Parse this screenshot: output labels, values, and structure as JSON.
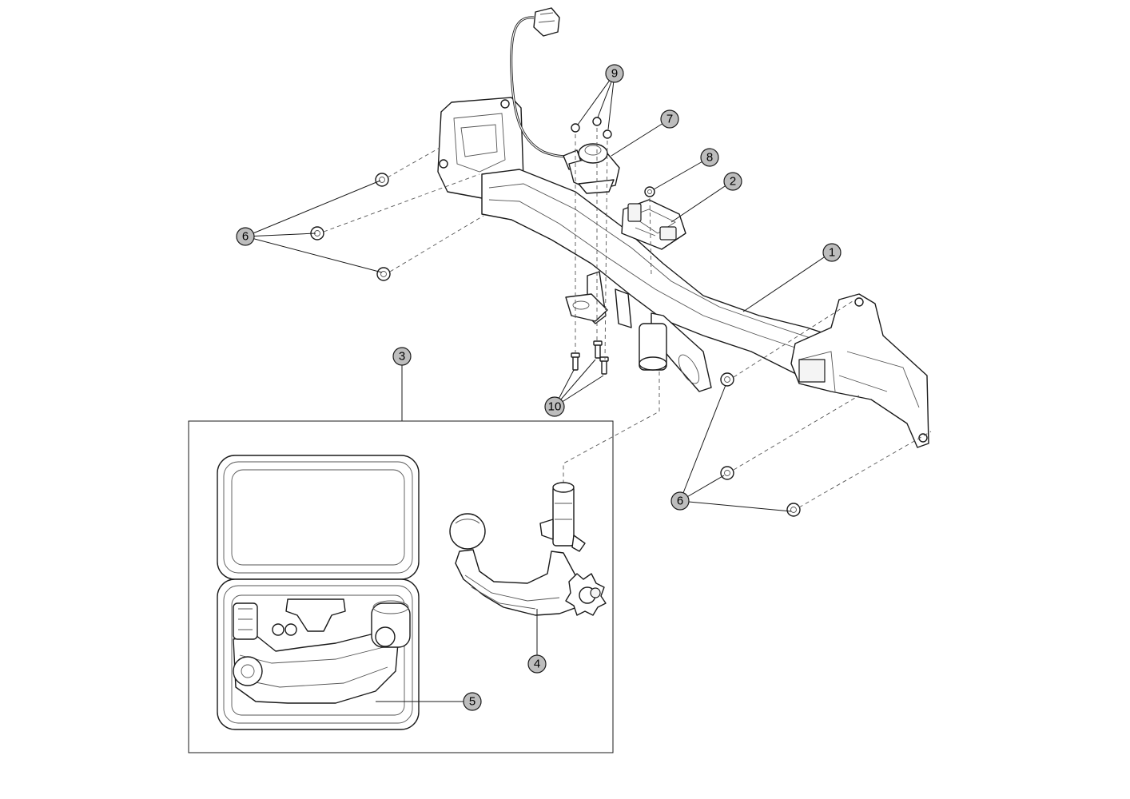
{
  "callouts": [
    {
      "id": "1",
      "label": "1"
    },
    {
      "id": "2",
      "label": "2"
    },
    {
      "id": "3",
      "label": "3"
    },
    {
      "id": "4",
      "label": "4"
    },
    {
      "id": "5",
      "label": "5"
    },
    {
      "id": "6a",
      "label": "6"
    },
    {
      "id": "6b",
      "label": "6"
    },
    {
      "id": "7",
      "label": "7"
    },
    {
      "id": "8",
      "label": "8"
    },
    {
      "id": "9",
      "label": "9"
    },
    {
      "id": "10",
      "label": "10"
    }
  ],
  "colors": {
    "callout_fill": "#bdbdbd",
    "line": "#1a1a1a"
  }
}
